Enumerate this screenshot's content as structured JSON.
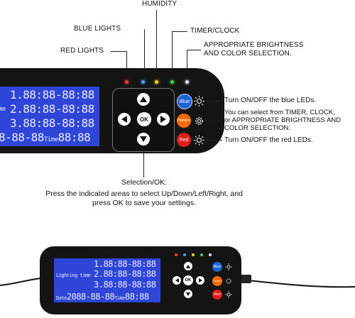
{
  "labels": {
    "humidity": "HUMIDITY",
    "blue_lights": "BLUE LIGHTS",
    "timer_clock": "TIMER/CLOCK",
    "red_lights": "RED LIGHTS",
    "brightness_line1": "APPROPRIATE BRIGHTNESS",
    "brightness_line2": "AND COLOR SELECTION."
  },
  "descriptions": {
    "blue": "Turn ON/OFF the blue LEDs.",
    "pattern_line1": "You can select from TIMER, CLOCK,",
    "pattern_line2": "or APPROPRIATE BRIGHTNESS AND",
    "pattern_line3": "COLOR SELECTION.",
    "red": "Turn ON/OFF the red LEDs."
  },
  "selection": {
    "title": "Selection/OK:",
    "line1": "Press the indicated areas to select Up/Down/Left/Right, and",
    "line2": "press OK to save your settings."
  },
  "top_lcd": {
    "row1": "1.88:88-88:88",
    "row2_prefix": "me",
    "row2": "2.88:88-88:88",
    "row3": "3.88:88-88:88",
    "row4a": "8-88-88",
    "row4_time": "Time",
    "row4b": "88:88"
  },
  "bottom_lcd": {
    "row1": "1.88:88-88:88",
    "lighting_time": "Lighting time",
    "row2": "2.88:88-88:88",
    "row3": "3.88:88-88:88",
    "date": "Date",
    "row4a": "2088-88-88",
    "row4_time": "Time",
    "row4b": "88:88"
  },
  "buttons": {
    "ok": "OK",
    "blue": "Blue",
    "pattern": "Pattern",
    "red": "Red"
  },
  "colors": {
    "lcd_blue": "#2f45d8",
    "device_black": "#141414",
    "led_red": "#ff3b30",
    "led_blue": "#3fa9ff",
    "led_yellow": "#ffd21a",
    "led_green": "#39d64a",
    "led_white": "#dfe8ff",
    "btn_blue": "#1e63d6",
    "btn_orange": "#ff6a00",
    "btn_red": "#e21b1b"
  }
}
